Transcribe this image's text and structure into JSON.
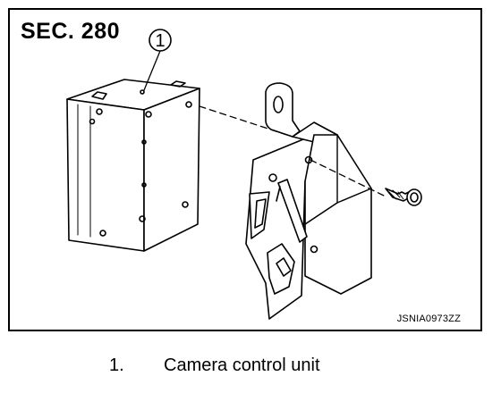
{
  "figure": {
    "section_label": "SEC. 280",
    "figure_code": "JSNIA0973ZZ",
    "callouts": [
      {
        "number": "1",
        "target": "camera-control-unit"
      }
    ]
  },
  "legend": {
    "items": [
      {
        "number": "1.",
        "text": "Camera control unit"
      }
    ]
  },
  "colors": {
    "line": "#000000",
    "background": "#ffffff"
  }
}
